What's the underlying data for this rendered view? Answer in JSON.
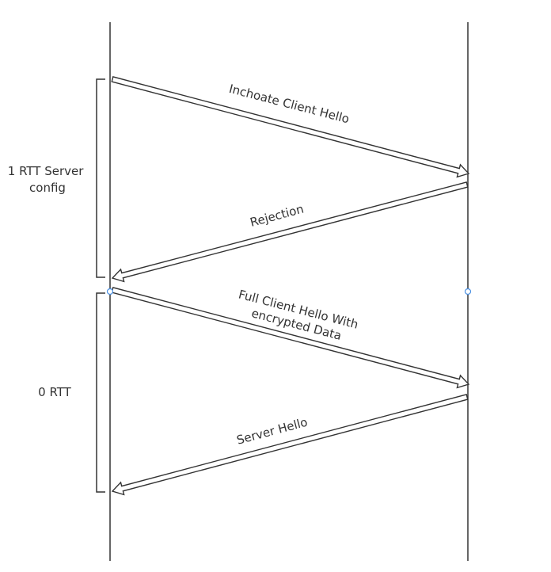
{
  "diagram": {
    "colors": {
      "line": "#333333",
      "text": "#333333",
      "handle": "#4a90e2",
      "background": "#ffffff"
    },
    "messages": [
      {
        "id": "inchoate",
        "lines": [
          "Inchoate Client Hello"
        ],
        "direction": "client-to-server"
      },
      {
        "id": "rejection",
        "lines": [
          "Rejection"
        ],
        "direction": "server-to-client"
      },
      {
        "id": "full-hello",
        "lines": [
          "Full Client Hello With",
          "encrypted Data"
        ],
        "direction": "client-to-server"
      },
      {
        "id": "server-hello",
        "lines": [
          "Server Hello"
        ],
        "direction": "server-to-client"
      }
    ],
    "phases": [
      {
        "id": "one-rtt",
        "lines": [
          "1 RTT Server",
          "config"
        ]
      },
      {
        "id": "zero-rtt",
        "lines": [
          "0 RTT"
        ]
      }
    ]
  }
}
